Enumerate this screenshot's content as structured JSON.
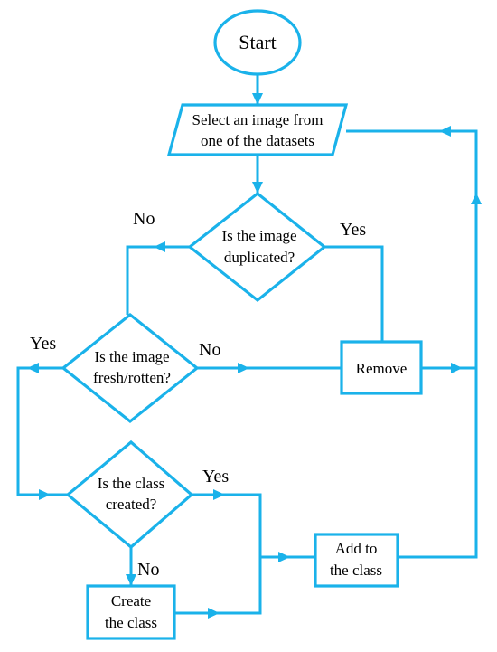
{
  "diagram": {
    "stroke_color": "#1ab2ea",
    "nodes": {
      "start": {
        "lines": [
          "Start"
        ]
      },
      "select": {
        "lines": [
          "Select an image from",
          "one of the datasets"
        ]
      },
      "duplicated": {
        "lines": [
          "Is the image",
          "duplicated?"
        ]
      },
      "remove": {
        "lines": [
          "Remove"
        ]
      },
      "fresh": {
        "lines": [
          "Is the image",
          "fresh/rotten?"
        ]
      },
      "class_created": {
        "lines": [
          "Is the class",
          "created?"
        ]
      },
      "add": {
        "lines": [
          "Add to",
          "the class"
        ]
      },
      "create": {
        "lines": [
          "Create",
          "the class"
        ]
      }
    },
    "edge_labels": {
      "duplicated_no": "No",
      "duplicated_yes": "Yes",
      "fresh_yes": "Yes",
      "fresh_no": "No",
      "class_yes": "Yes",
      "class_no": "No"
    }
  }
}
